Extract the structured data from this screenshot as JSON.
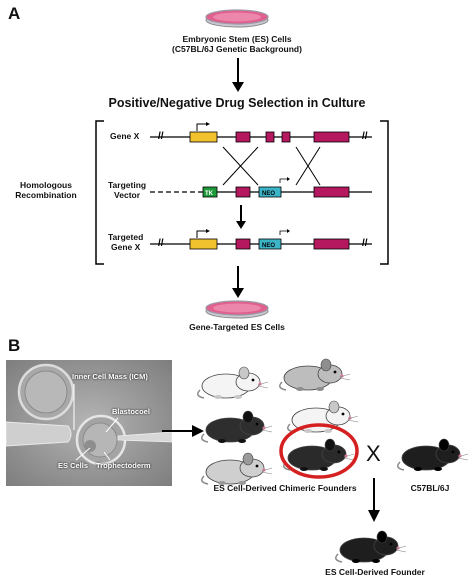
{
  "panelA": {
    "letter": "A",
    "es_cells_title": "Embryonic Stem (ES) Cells",
    "es_cells_background": "(C57BL/6J Genetic Background)",
    "selection_title": "Positive/Negative Drug Selection in Culture",
    "gene_x_label": "Gene X",
    "targeting_vector_label_1": "Targeting",
    "targeting_vector_label_2": "Vector",
    "targeted_gene_label_1": "Targeted",
    "targeted_gene_label_2": "Gene X",
    "homologous_1": "Homologous",
    "homologous_2": "Recombination",
    "tk_label": "TK",
    "neo_label": "NEO",
    "targeted_cells_label": "Gene-Targeted ES Cells"
  },
  "panelB": {
    "letter": "B",
    "icm_label": "Inner Cell Mass (ICM)",
    "blastocoel_label": "Blastocoel",
    "es_cells_label": "ES Cells",
    "trophectoderm_label": "Trophectoderm",
    "chimeric_label": "ES Cell-Derived Chimeric Founders",
    "cross_symbol": "X",
    "strain_label": "C57BL/6J",
    "founder_label": "ES Cell-Derived Founder"
  },
  "colors": {
    "exon": "#b5185f",
    "promoter_box": "#f2c12e",
    "tk": "#1f9a3b",
    "neo": "#3cb4c8",
    "dish": "#e0608e",
    "highlight_ring": "#d42020"
  },
  "icons": [
    "petri-dish-icon",
    "mouse-icon",
    "arrow-icon",
    "microscope-photo"
  ]
}
